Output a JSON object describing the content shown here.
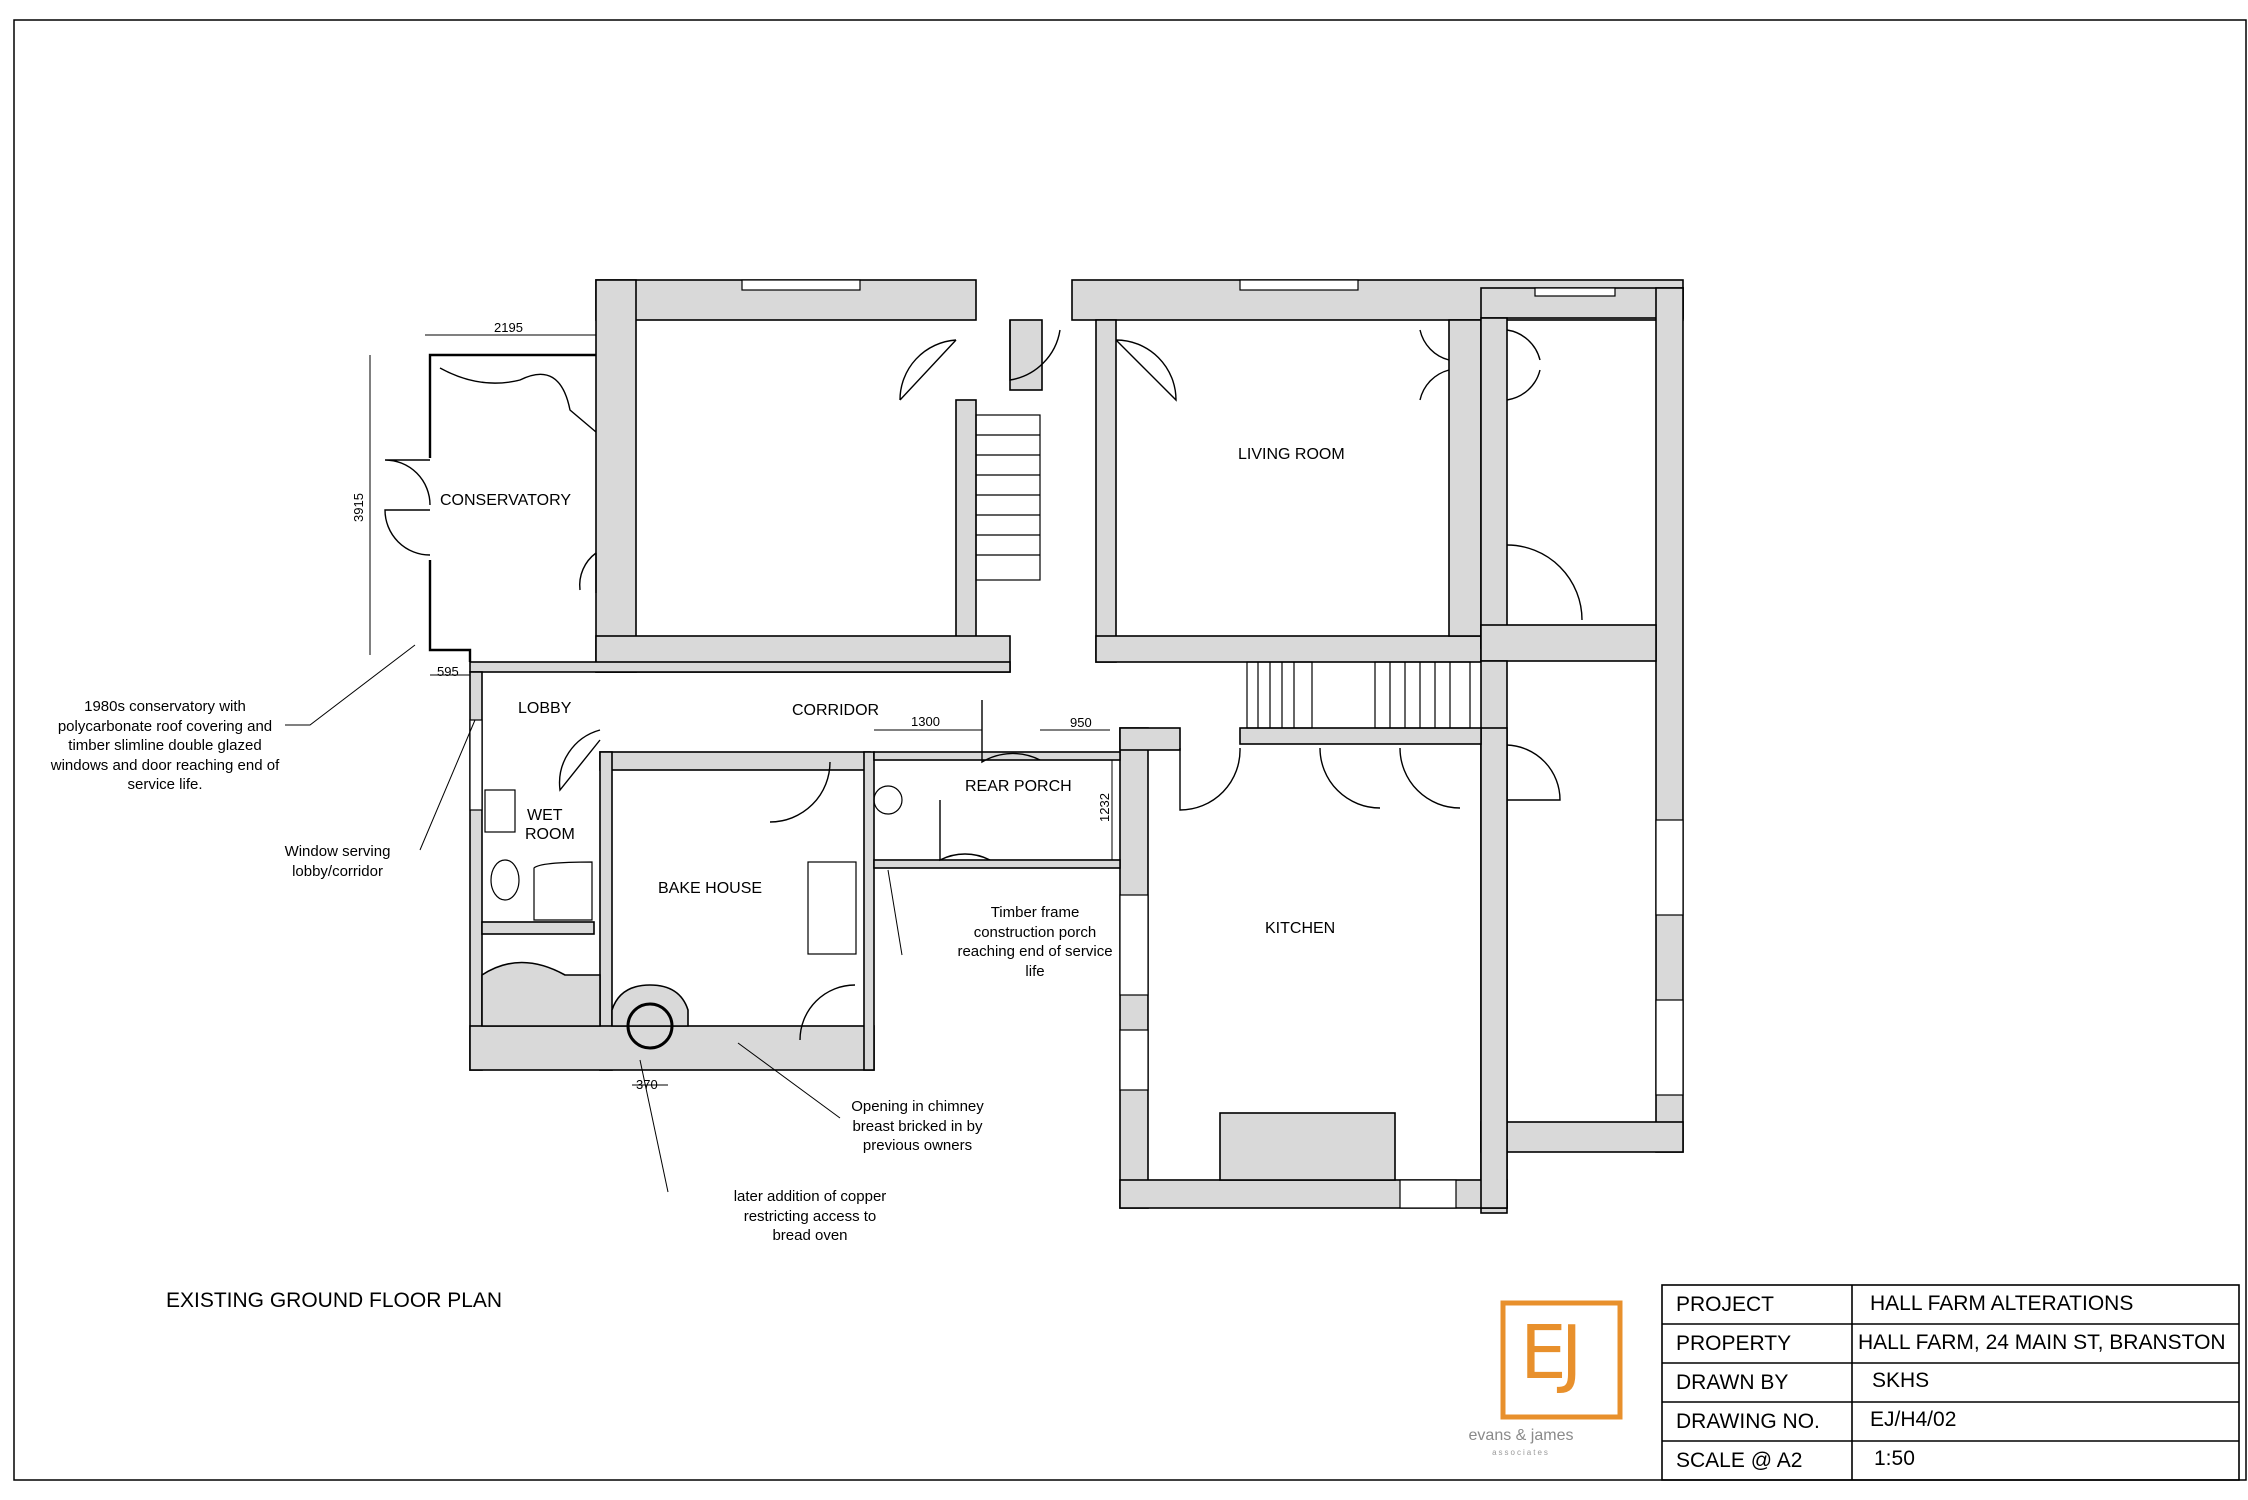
{
  "drawing": {
    "title": "EXISTING GROUND FLOOR PLAN",
    "rooms": {
      "conservatory": "CONSERVATORY",
      "living_room": "LIVING ROOM",
      "lobby": "LOBBY",
      "corridor": "CORRIDOR",
      "wet_room_line1": "WET",
      "wet_room_line2": "ROOM",
      "rear_porch": "REAR PORCH",
      "bake_house": "BAKE HOUSE",
      "kitchen": "KITCHEN"
    },
    "dimensions": {
      "conservatory_width": "2195",
      "conservatory_depth": "3915",
      "conservatory_offset": "595",
      "corridor_opening": "1300",
      "porch_door": "950",
      "porch_depth": "1232",
      "oven_width": "370"
    },
    "notes": {
      "conservatory": "1980s conservatory with\npolycarbonate roof covering and\ntimber slimline double glazed\nwindows and door reaching end of\nservice life.",
      "window": "Window serving\nlobby/corridor",
      "porch": "Timber frame\nconstruction porch\nreaching end of service\nlife",
      "chimney": "Opening in chimney\nbreast bricked in by\nprevious owners",
      "copper": "later addition of copper\nrestricting access to\nbread oven"
    }
  },
  "title_block": {
    "rows": [
      {
        "label": "PROJECT",
        "value": "HALL FARM ALTERATIONS"
      },
      {
        "label": "PROPERTY",
        "value": "HALL FARM, 24 MAIN ST, BRANSTON"
      },
      {
        "label": "DRAWN BY",
        "value": "SKHS"
      },
      {
        "label": "DRAWING NO.",
        "value": "EJ/H4/02"
      },
      {
        "label": "SCALE @ A2",
        "value": "1:50"
      }
    ]
  },
  "logo": {
    "mark": "EJ",
    "name": "evans & james",
    "sub": "associates",
    "color": "#E8902C"
  },
  "colors": {
    "wall_fill": "#d9d9d9",
    "line": "#000000"
  }
}
